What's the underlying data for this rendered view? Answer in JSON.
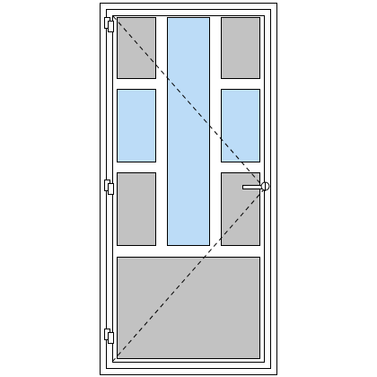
{
  "diagram": {
    "kind": "door-configuration",
    "opening": "left-hinged-inward",
    "handle_side": "right",
    "hinge_count": 3
  },
  "panels": [
    {
      "id": "upper-left",
      "fill": "glass-opaque"
    },
    {
      "id": "middle-left",
      "fill": "glass-clear"
    },
    {
      "id": "lower-left",
      "fill": "glass-opaque"
    },
    {
      "id": "center-tall",
      "fill": "glass-clear"
    },
    {
      "id": "upper-right",
      "fill": "glass-opaque"
    },
    {
      "id": "middle-right",
      "fill": "glass-clear"
    },
    {
      "id": "lower-right",
      "fill": "glass-opaque"
    },
    {
      "id": "bottom",
      "fill": "solid-panel"
    }
  ],
  "colors": {
    "frame": "#ffffff",
    "outline": "#000000",
    "glass_clear": "#bcdcf7",
    "glass_opaque": "#c2c2c2",
    "solid_panel": "#c2c2c2",
    "swing_line": "#000000"
  }
}
